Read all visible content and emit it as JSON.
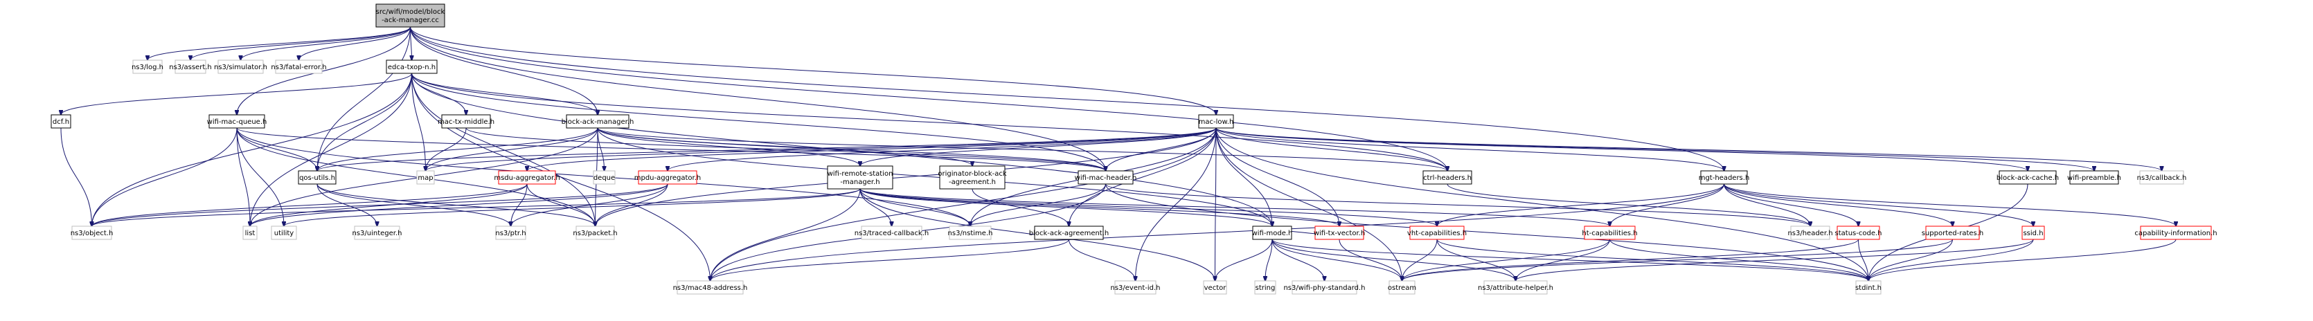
{
  "graph": {
    "root": "src/wifi/model/block-ack-manager.cc",
    "styles": {
      "root": {
        "fill": "#bfbfbf",
        "stroke": "#000000",
        "text": "#000000"
      },
      "doc": {
        "fill": "#ffffff",
        "stroke": "#000000",
        "text": "#000000"
      },
      "undoc": {
        "fill": "#ffffff",
        "stroke": "#ff0000",
        "text": "#000000"
      },
      "missing": {
        "fill": "#ffffff",
        "stroke": "#bfbfbf",
        "text": "#000000"
      },
      "edge": "#191970"
    },
    "nodes": [
      {
        "id": "root",
        "lines": [
          "src/wifi/model/block",
          "-ack-manager.cc"
        ],
        "style": "root"
      },
      {
        "id": "log",
        "lines": [
          "ns3/log.h"
        ],
        "style": "missing"
      },
      {
        "id": "assert",
        "lines": [
          "ns3/assert.h"
        ],
        "style": "missing"
      },
      {
        "id": "simulator",
        "lines": [
          "ns3/simulator.h"
        ],
        "style": "missing"
      },
      {
        "id": "fatalerror",
        "lines": [
          "ns3/fatal-error.h"
        ],
        "style": "missing"
      },
      {
        "id": "edcatxop",
        "lines": [
          "edca-txop-n.h"
        ],
        "style": "doc"
      },
      {
        "id": "dcf",
        "lines": [
          "dcf.h"
        ],
        "style": "doc"
      },
      {
        "id": "wifimacqueue",
        "lines": [
          "wifi-mac-queue.h"
        ],
        "style": "doc"
      },
      {
        "id": "mactxmiddle",
        "lines": [
          "mac-tx-middle.h"
        ],
        "style": "doc"
      },
      {
        "id": "blockackmanager",
        "lines": [
          "block-ack-manager.h"
        ],
        "style": "doc"
      },
      {
        "id": "maclow",
        "lines": [
          "mac-low.h"
        ],
        "style": "doc"
      },
      {
        "id": "qosutils",
        "lines": [
          "qos-utils.h"
        ],
        "style": "doc"
      },
      {
        "id": "map",
        "lines": [
          "map"
        ],
        "style": "missing"
      },
      {
        "id": "deque",
        "lines": [
          "deque"
        ],
        "style": "missing"
      },
      {
        "id": "msduaggregator",
        "lines": [
          "msdu-aggregator.h"
        ],
        "style": "undoc"
      },
      {
        "id": "mpduaggregator",
        "lines": [
          "mpdu-aggregator.h"
        ],
        "style": "undoc"
      },
      {
        "id": "wifiremote",
        "lines": [
          "wifi-remote-station",
          "-manager.h"
        ],
        "style": "doc"
      },
      {
        "id": "originator",
        "lines": [
          "originator-block-ack",
          "-agreement.h"
        ],
        "style": "doc"
      },
      {
        "id": "wifimacheader",
        "lines": [
          "wifi-mac-header.h"
        ],
        "style": "doc"
      },
      {
        "id": "ctrlheaders",
        "lines": [
          "ctrl-headers.h"
        ],
        "style": "doc"
      },
      {
        "id": "mgtheaders",
        "lines": [
          "mgt-headers.h"
        ],
        "style": "doc"
      },
      {
        "id": "blockackcache",
        "lines": [
          "block-ack-cache.h"
        ],
        "style": "doc"
      },
      {
        "id": "wifipreamble",
        "lines": [
          "wifi-preamble.h"
        ],
        "style": "doc"
      },
      {
        "id": "callback",
        "lines": [
          "ns3/callback.h"
        ],
        "style": "missing"
      },
      {
        "id": "object",
        "lines": [
          "ns3/object.h"
        ],
        "style": "missing"
      },
      {
        "id": "list",
        "lines": [
          "list"
        ],
        "style": "missing"
      },
      {
        "id": "utility",
        "lines": [
          "utility"
        ],
        "style": "missing"
      },
      {
        "id": "uinteger",
        "lines": [
          "ns3/uinteger.h"
        ],
        "style": "missing"
      },
      {
        "id": "ptr",
        "lines": [
          "ns3/ptr.h"
        ],
        "style": "missing"
      },
      {
        "id": "packet",
        "lines": [
          "ns3/packet.h"
        ],
        "style": "missing"
      },
      {
        "id": "tracedcallback",
        "lines": [
          "ns3/traced-callback.h"
        ],
        "style": "missing"
      },
      {
        "id": "nstime",
        "lines": [
          "ns3/nstime.h"
        ],
        "style": "missing"
      },
      {
        "id": "blockackagreement",
        "lines": [
          "block-ack-agreement.h"
        ],
        "style": "doc"
      },
      {
        "id": "wifimode",
        "lines": [
          "wifi-mode.h"
        ],
        "style": "doc"
      },
      {
        "id": "wifitxvector",
        "lines": [
          "wifi-tx-vector.h"
        ],
        "style": "undoc"
      },
      {
        "id": "vhtcap",
        "lines": [
          "vht-capabilities.h"
        ],
        "style": "undoc"
      },
      {
        "id": "htcap",
        "lines": [
          "ht-capabilities.h"
        ],
        "style": "undoc"
      },
      {
        "id": "header",
        "lines": [
          "ns3/header.h"
        ],
        "style": "missing"
      },
      {
        "id": "statuscode",
        "lines": [
          "status-code.h"
        ],
        "style": "undoc"
      },
      {
        "id": "supportedrates",
        "lines": [
          "supported-rates.h"
        ],
        "style": "undoc"
      },
      {
        "id": "ssid",
        "lines": [
          "ssid.h"
        ],
        "style": "undoc"
      },
      {
        "id": "capinfo",
        "lines": [
          "capability-information.h"
        ],
        "style": "undoc"
      },
      {
        "id": "mac48",
        "lines": [
          "ns3/mac48-address.h"
        ],
        "style": "missing"
      },
      {
        "id": "eventid",
        "lines": [
          "ns3/event-id.h"
        ],
        "style": "missing"
      },
      {
        "id": "vector",
        "lines": [
          "vector"
        ],
        "style": "missing"
      },
      {
        "id": "string",
        "lines": [
          "string"
        ],
        "style": "missing"
      },
      {
        "id": "wifiphystandard",
        "lines": [
          "ns3/wifi-phy-standard.h"
        ],
        "style": "missing"
      },
      {
        "id": "ostream",
        "lines": [
          "ostream"
        ],
        "style": "missing"
      },
      {
        "id": "attributehelper",
        "lines": [
          "ns3/attribute-helper.h"
        ],
        "style": "missing"
      },
      {
        "id": "stdint",
        "lines": [
          "stdint.h"
        ],
        "style": "missing"
      }
    ],
    "edges": [
      [
        "root",
        "log"
      ],
      [
        "root",
        "assert"
      ],
      [
        "root",
        "simulator"
      ],
      [
        "root",
        "fatalerror"
      ],
      [
        "root",
        "edcatxop"
      ],
      [
        "root",
        "wifimacqueue"
      ],
      [
        "root",
        "blockackmanager"
      ],
      [
        "root",
        "maclow"
      ],
      [
        "root",
        "qosutils"
      ],
      [
        "root",
        "ctrlheaders"
      ],
      [
        "root",
        "mgtheaders"
      ],
      [
        "root",
        "wifimacheader"
      ],
      [
        "edcatxop",
        "dcf"
      ],
      [
        "edcatxop",
        "mactxmiddle"
      ],
      [
        "edcatxop",
        "blockackmanager"
      ],
      [
        "edcatxop",
        "qosutils"
      ],
      [
        "edcatxop",
        "map"
      ],
      [
        "edcatxop",
        "list"
      ],
      [
        "edcatxop",
        "object"
      ],
      [
        "edcatxop",
        "mac48"
      ],
      [
        "edcatxop",
        "packet"
      ],
      [
        "edcatxop",
        "wifimode"
      ],
      [
        "edcatxop",
        "ctrlheaders"
      ],
      [
        "edcatxop",
        "wifimacheader"
      ],
      [
        "dcf",
        "object"
      ],
      [
        "wifimacqueue",
        "wifimacheader"
      ],
      [
        "wifimacqueue",
        "packet"
      ],
      [
        "wifimacqueue",
        "object"
      ],
      [
        "wifimacqueue",
        "list"
      ],
      [
        "wifimacqueue",
        "utility"
      ],
      [
        "wifimacqueue",
        "qosutils"
      ],
      [
        "wifimacqueue",
        "nstime"
      ],
      [
        "mactxmiddle",
        "map"
      ],
      [
        "mactxmiddle",
        "wifimacheader"
      ],
      [
        "blockackmanager",
        "map"
      ],
      [
        "blockackmanager",
        "list"
      ],
      [
        "blockackmanager",
        "deque"
      ],
      [
        "blockackmanager",
        "packet"
      ],
      [
        "blockackmanager",
        "wifimacheader"
      ],
      [
        "blockackmanager",
        "originator"
      ],
      [
        "blockackmanager",
        "ctrlheaders"
      ],
      [
        "blockackmanager",
        "qosutils"
      ],
      [
        "blockackmanager",
        "wifiremote"
      ],
      [
        "blockackmanager",
        "wifimode"
      ],
      [
        "maclow",
        "wifimacheader"
      ],
      [
        "maclow",
        "wifimode"
      ],
      [
        "maclow",
        "wifipreamble"
      ],
      [
        "maclow",
        "wifiremote"
      ],
      [
        "maclow",
        "ctrlheaders"
      ],
      [
        "maclow",
        "mgtheaders"
      ],
      [
        "maclow",
        "blockackagreement"
      ],
      [
        "maclow",
        "blockackcache"
      ],
      [
        "maclow",
        "nstime"
      ],
      [
        "maclow",
        "eventid"
      ],
      [
        "maclow",
        "packet"
      ],
      [
        "maclow",
        "callback"
      ],
      [
        "maclow",
        "vector"
      ],
      [
        "maclow",
        "map"
      ],
      [
        "maclow",
        "stdint"
      ],
      [
        "maclow",
        "msduaggregator"
      ],
      [
        "maclow",
        "mpduaggregator"
      ],
      [
        "maclow",
        "mac48"
      ],
      [
        "maclow",
        "qosutils"
      ],
      [
        "maclow",
        "wifitxvector"
      ],
      [
        "maclow",
        "ostream"
      ],
      [
        "qosutils",
        "uinteger"
      ],
      [
        "qosutils",
        "ptr"
      ],
      [
        "qosutils",
        "packet"
      ],
      [
        "msduaggregator",
        "ptr"
      ],
      [
        "msduaggregator",
        "packet"
      ],
      [
        "msduaggregator",
        "object"
      ],
      [
        "msduaggregator",
        "list"
      ],
      [
        "mpduaggregator",
        "ptr"
      ],
      [
        "mpduaggregator",
        "packet"
      ],
      [
        "mpduaggregator",
        "object"
      ],
      [
        "mpduaggregator",
        "list"
      ],
      [
        "wifiremote",
        "mac48"
      ],
      [
        "wifiremote",
        "tracedcallback"
      ],
      [
        "wifiremote",
        "nstime"
      ],
      [
        "wifiremote",
        "object"
      ],
      [
        "wifiremote",
        "utility"
      ],
      [
        "wifiremote",
        "vector"
      ],
      [
        "wifiremote",
        "wifimode"
      ],
      [
        "wifiremote",
        "wifitxvector"
      ],
      [
        "wifiremote",
        "htcap"
      ],
      [
        "wifiremote",
        "vhtcap"
      ],
      [
        "originator",
        "blockackagreement"
      ],
      [
        "wifimacheader",
        "header"
      ],
      [
        "wifimacheader",
        "mac48"
      ],
      [
        "wifimacheader",
        "nstime"
      ],
      [
        "wifimacheader",
        "stdint"
      ],
      [
        "ctrlheaders",
        "header"
      ],
      [
        "mgtheaders",
        "mac48"
      ],
      [
        "mgtheaders",
        "status-code"
      ],
      [
        "mgtheaders",
        "statuscode"
      ],
      [
        "mgtheaders",
        "capinfo"
      ],
      [
        "mgtheaders",
        "supportedrates"
      ],
      [
        "mgtheaders",
        "ssid"
      ],
      [
        "mgtheaders",
        "htcap"
      ],
      [
        "mgtheaders",
        "vhtcap"
      ],
      [
        "mgtheaders",
        "header"
      ],
      [
        "blockackcache",
        "stdint"
      ],
      [
        "blockackagreement",
        "mac48"
      ],
      [
        "blockackagreement",
        "eventid"
      ],
      [
        "wifimode",
        "stdint"
      ],
      [
        "wifimode",
        "string"
      ],
      [
        "wifimode",
        "vector"
      ],
      [
        "wifimode",
        "attributehelper"
      ],
      [
        "wifimode",
        "wifiphystandard"
      ],
      [
        "wifimode",
        "ostream"
      ],
      [
        "wifitxvector",
        "wifimode"
      ],
      [
        "wifitxvector",
        "ostream"
      ],
      [
        "vhtcap",
        "stdint"
      ],
      [
        "vhtcap",
        "ostream"
      ],
      [
        "vhtcap",
        "attributehelper"
      ],
      [
        "htcap",
        "stdint"
      ],
      [
        "htcap",
        "ostream"
      ],
      [
        "htcap",
        "attributehelper"
      ],
      [
        "statuscode",
        "stdint"
      ],
      [
        "statuscode",
        "ostream"
      ],
      [
        "supportedrates",
        "stdint"
      ],
      [
        "supportedrates",
        "ostream"
      ],
      [
        "ssid",
        "stdint"
      ],
      [
        "ssid",
        "attributehelper"
      ],
      [
        "capinfo",
        "stdint"
      ]
    ]
  }
}
